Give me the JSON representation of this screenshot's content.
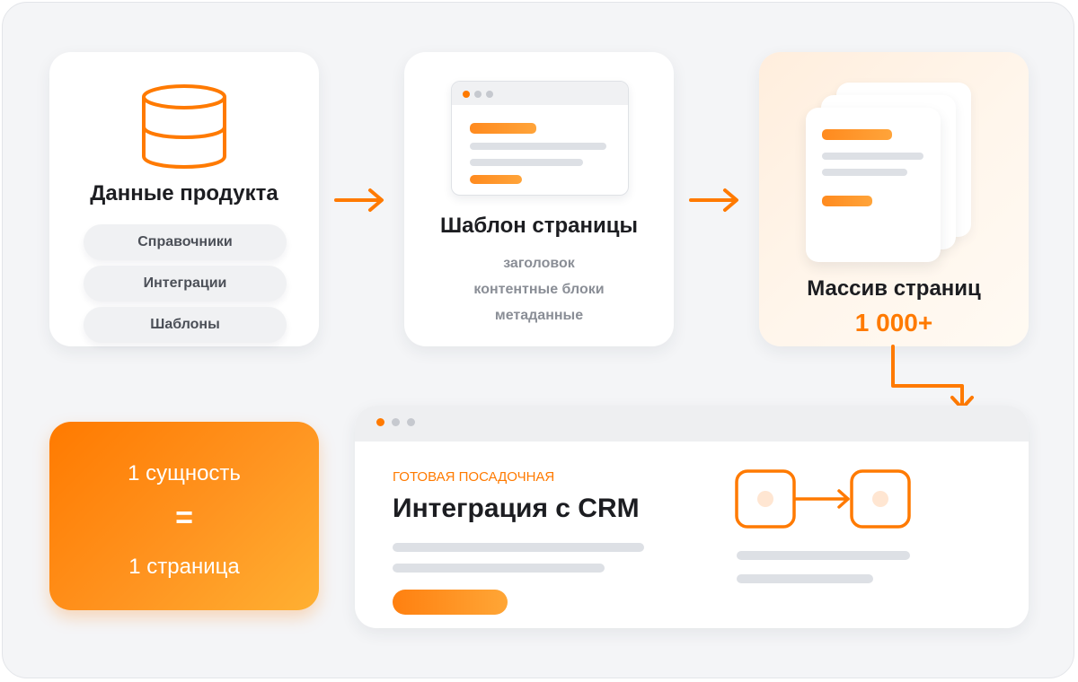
{
  "product_data": {
    "title": "Данные продукта",
    "sources": [
      "Справочники",
      "Интеграции",
      "Шаблоны"
    ]
  },
  "template": {
    "title": "Шаблон страницы",
    "fields": [
      "заголовок",
      "контентные блоки",
      "метаданные"
    ]
  },
  "pages": {
    "title": "Массив страниц",
    "count": "1 000+"
  },
  "rule": {
    "line1": "1 сущность",
    "equals": "=",
    "line2": "1 страница"
  },
  "landing": {
    "label": "ГОТОВАЯ ПОСАДОЧНАЯ",
    "title": "Интеграция с CRM"
  },
  "colors": {
    "accent": "#ff7a00",
    "accent_light": "#ffa83a",
    "text_dark": "#1c1d21",
    "text_muted": "#8a8e96",
    "background": "#f4f5f7"
  }
}
